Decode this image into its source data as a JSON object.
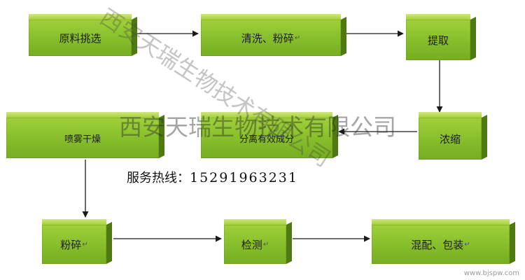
{
  "diagram": {
    "nodes": [
      {
        "id": "raw-selection",
        "label": "原料挑选"
      },
      {
        "id": "wash-crush",
        "label": "清洗、粉碎",
        "mark": "↵"
      },
      {
        "id": "extract",
        "label": "提取"
      },
      {
        "id": "concentrate",
        "label": "浓缩"
      },
      {
        "id": "separate",
        "label": "分离有效成分"
      },
      {
        "id": "spray-dry",
        "label": "喷雾干燥"
      },
      {
        "id": "crush",
        "label": "粉碎",
        "mark": "↵"
      },
      {
        "id": "test",
        "label": "检测",
        "mark": "↵"
      },
      {
        "id": "mix-pack",
        "label": "混配、包装",
        "mark": "↵"
      }
    ],
    "edges": [
      {
        "from": "raw-selection",
        "to": "wash-crush"
      },
      {
        "from": "wash-crush",
        "to": "extract"
      },
      {
        "from": "extract",
        "to": "concentrate"
      },
      {
        "from": "concentrate",
        "to": "separate"
      },
      {
        "from": "spray-dry",
        "to": "crush"
      },
      {
        "from": "crush",
        "to": "test"
      },
      {
        "from": "test",
        "to": "mix-pack"
      }
    ]
  },
  "hotline": {
    "label": "服务热线：",
    "number": "15291963231"
  },
  "watermarks": {
    "horizontal": "西安天瑞生物技术有限公司",
    "diagonal": "西安天瑞生物技术有限公司"
  },
  "site_mark": "www.bjspw.com",
  "colors": {
    "box": "#8cc332",
    "box_dark": "#4f7a12",
    "arrow": "#1a1a1a"
  }
}
